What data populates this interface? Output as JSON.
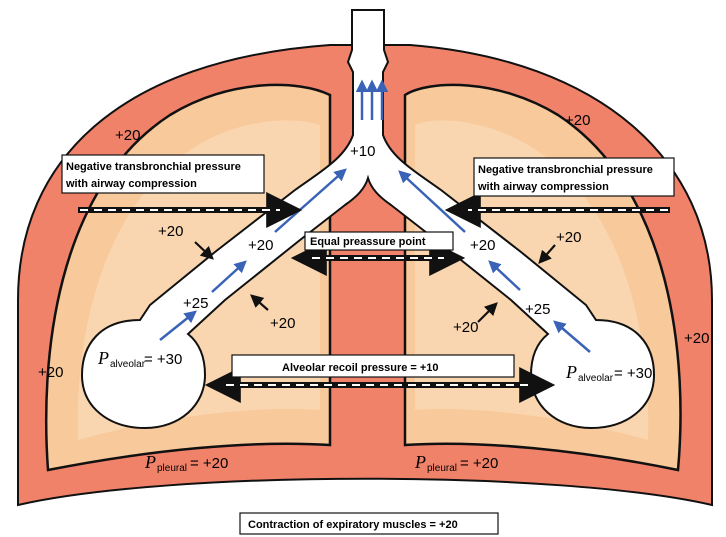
{
  "colors": {
    "chest_wall": "#F0826A",
    "lung": "#F8C99A",
    "mediastinum": "#F0826A",
    "airway": "#FFFFFF",
    "arrow_blue": "#3A63B8",
    "outline": "#111111"
  },
  "airway": {
    "trachea_pressure": "+10"
  },
  "left_lung": {
    "pleural_label_symbol": "P",
    "pleural_label_sub": "pleural",
    "pleural_label_value": "= +20",
    "alveolar_label_symbol": "P",
    "alveolar_label_sub": "alveolar",
    "alveolar_label_value": "= +30",
    "bronchus_mid_pressure": "+25",
    "bronchus_upper_pressure": "+20",
    "pleural_above_arrow": "+20",
    "pleural_below_arrow": "+20"
  },
  "right_lung": {
    "pleural_label_symbol": "P",
    "pleural_label_sub": "pleural",
    "pleural_label_value": "= +20",
    "alveolar_label_symbol": "P",
    "alveolar_label_sub": "alveolar",
    "alveolar_label_value": "= +30",
    "bronchus_mid_pressure": "+25",
    "bronchus_upper_pressure": "+20",
    "pleural_above_arrow": "+20",
    "pleural_below_arrow": "+20"
  },
  "chest_wall": {
    "top_left_pressure": "+20",
    "top_right_pressure": "+20",
    "left_side_pressure": "+20",
    "right_side_pressure": "+20"
  },
  "callouts": {
    "left_transbronchial_line1": "Negative transbronchial pressure",
    "left_transbronchial_line2": "with airway compression",
    "right_transbronchial_line1": "Negative transbronchial pressure",
    "right_transbronchial_line2": "with airway compression",
    "equal_pressure_point": "Equal preassure point",
    "alveolar_recoil": "Alveolar recoil pressure = +10",
    "expiratory_muscles": "Contraction of expiratory muscles = +20"
  }
}
